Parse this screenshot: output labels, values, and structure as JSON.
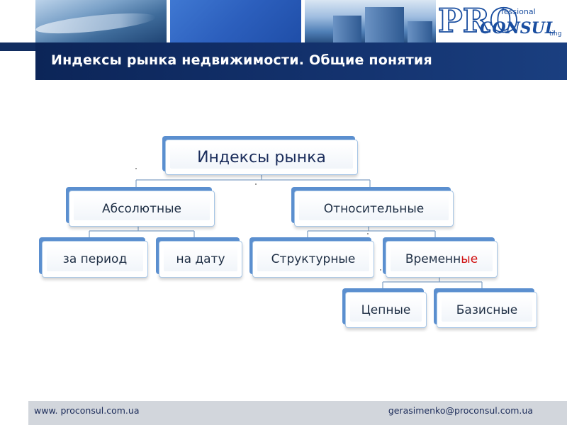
{
  "slide": {
    "title": "Индексы рынка недвижимости. Общие понятия"
  },
  "header": {
    "logo": {
      "line1": "PRO",
      "line2": "fessional",
      "line3": "CONSUL",
      "line4": "ting",
      "brand_color": "#1a4ea0"
    }
  },
  "diagram": {
    "root": "Индексы рынка",
    "absolute": "Абсолютные",
    "relative": "Относительные",
    "period": "за период",
    "date": "на дату",
    "structural": "Структурные",
    "temporal_main": "Временн",
    "temporal_tail": "ые",
    "chain": "Цепные",
    "basic": "Базисные"
  },
  "footer": {
    "website": "www. proconsul.com.ua",
    "email": "gerasimenko@proconsul.com.ua"
  },
  "colors": {
    "title_bar": "#14336f",
    "node_shadow": "#5b8fcf",
    "node_border": "#a7c6e6",
    "footer_bg": "#d2d6dc",
    "highlight": "#d01010"
  }
}
